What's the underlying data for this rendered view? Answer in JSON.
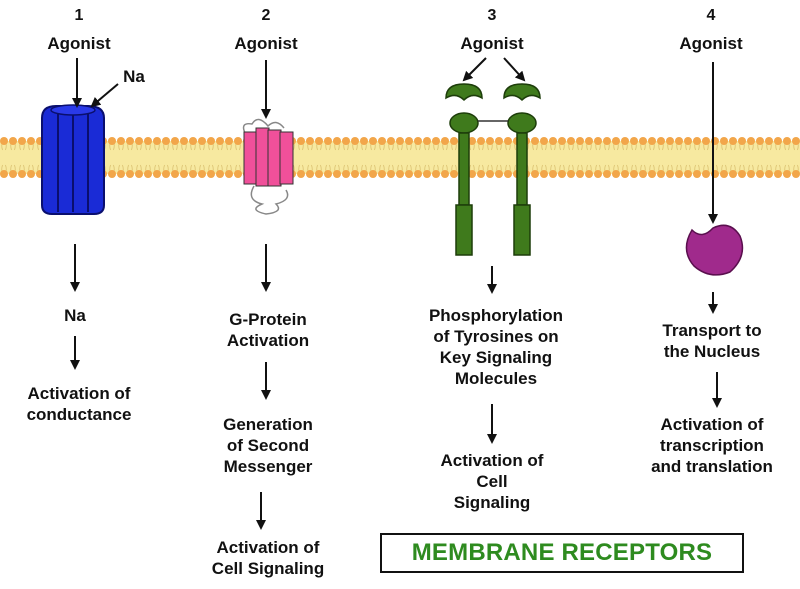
{
  "title": "MEMBRANE RECEPTORS",
  "receptors": [
    {
      "number": "1",
      "agonist": "Agonist",
      "ion": "Na",
      "steps": [
        "Na",
        "Activation of\nconductance"
      ]
    },
    {
      "number": "2",
      "agonist": "Agonist",
      "steps": [
        "G-Protein\nActivation",
        "Generation\nof Second\nMessenger",
        "Activation of\nCell Signaling"
      ]
    },
    {
      "number": "3",
      "agonist": "Agonist",
      "steps": [
        "Phosphorylation\nof Tyrosines on\nKey Signaling\nMolecules",
        "Activation of\nCell\nSignaling"
      ]
    },
    {
      "number": "4",
      "agonist": "Agonist",
      "steps": [
        "Transport to\nthe Nucleus",
        "Activation of\ntranscription\nand translation"
      ]
    }
  ],
  "colors": {
    "ion_channel": "#1a2bd6",
    "gpcr": "#f0509a",
    "tyrosine_kinase": "#3f7a1c",
    "intracellular_receptor": "#a02a8c",
    "membrane_head": "#f2a64a",
    "membrane_band": "#f7e9a0",
    "title_text": "#2e8b1f"
  }
}
